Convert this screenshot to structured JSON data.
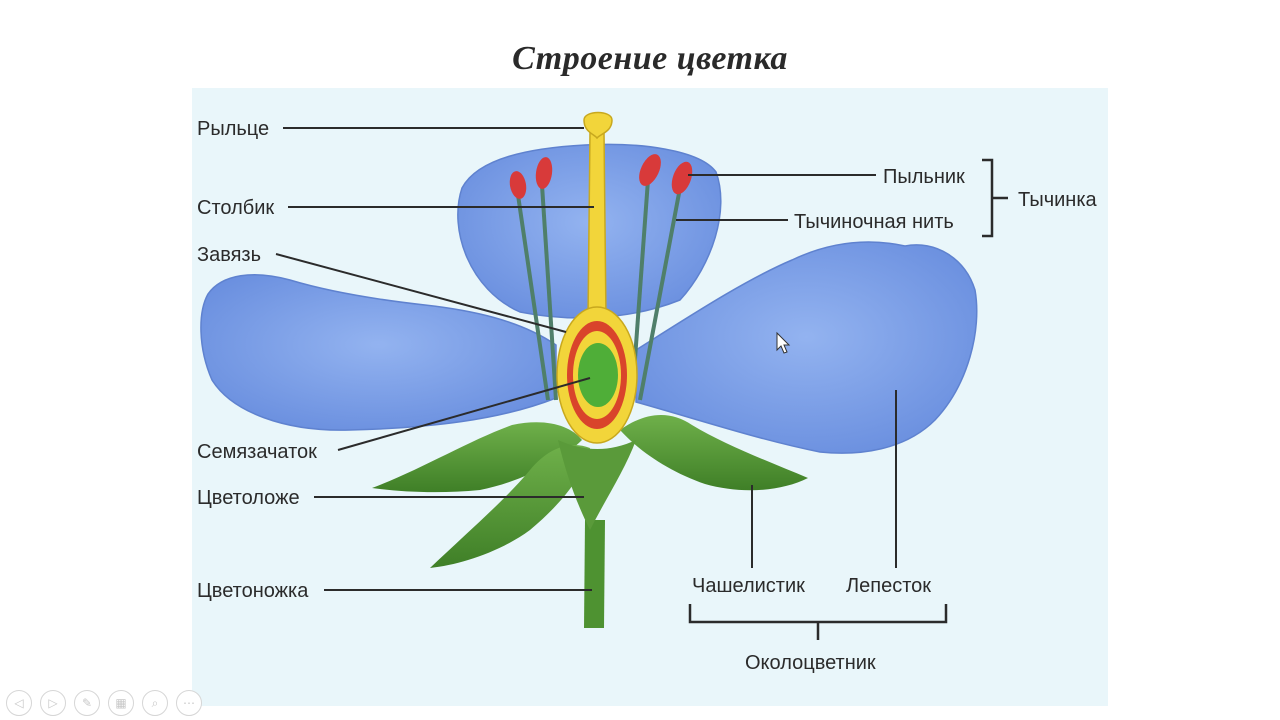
{
  "title": "Строение цветка",
  "labels": {
    "stigma": "Рыльце",
    "style": "Столбик",
    "ovary": "Завязь",
    "ovule": "Семязачаток",
    "receptacle": "Цветоложе",
    "pedicel": "Цветоножка",
    "anther": "Пыльник",
    "filament": "Тычиночная нить",
    "stamen": "Тычинка",
    "sepal": "Чашелистик",
    "petal": "Лепесток",
    "perianth": "Околоцветник"
  },
  "colors": {
    "petal": "#7b9fe6",
    "leaf": "#5a9a3a",
    "pistil": "#f2d53a",
    "ovary_red": "#d9442b",
    "ovule_green": "#4fae38",
    "anther": "#d83a3a",
    "panel": "#e9f6fa"
  },
  "toolbar": {
    "buttons": [
      "prev-icon",
      "next-icon",
      "pen-icon",
      "slides-icon",
      "zoom-icon",
      "more-icon"
    ]
  }
}
